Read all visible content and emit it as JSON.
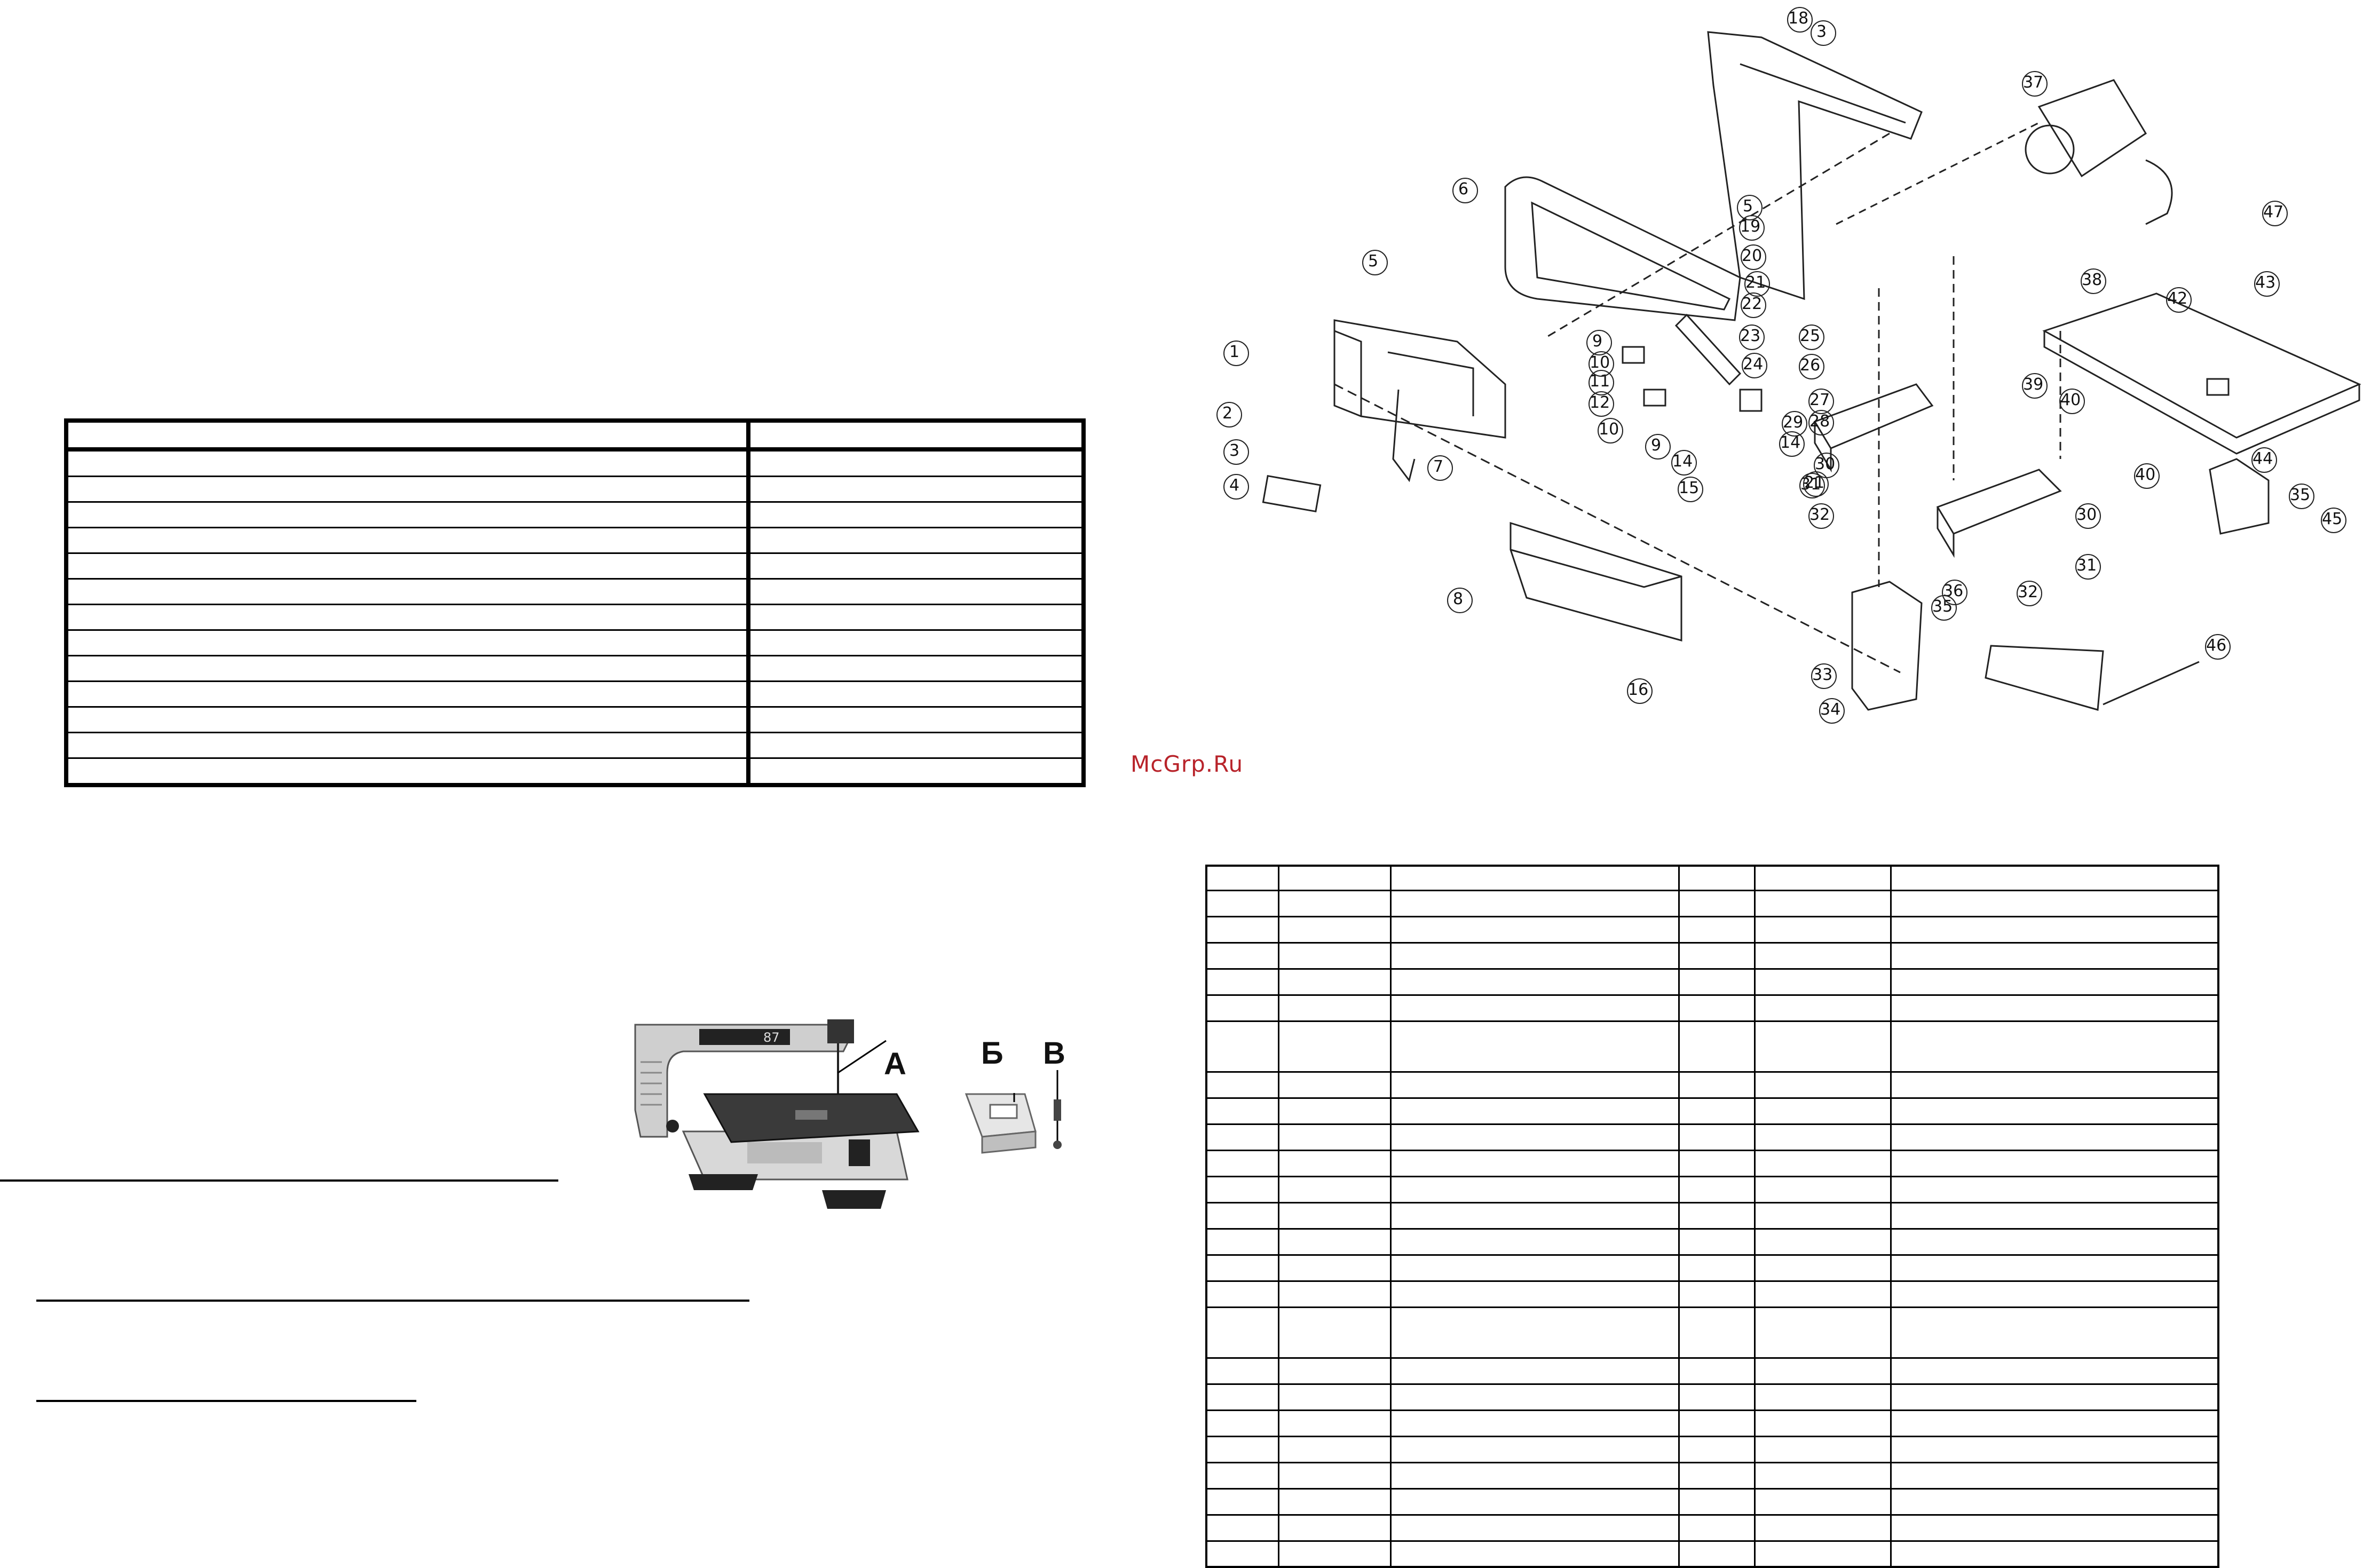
{
  "watermark": {
    "text": "McGrp.Ru",
    "color": "#b8232a"
  },
  "spec_table": {
    "rows": 14,
    "cols": 2,
    "cells": []
  },
  "parts_table": {
    "rows": 25,
    "cols": 6,
    "cells": []
  },
  "photo": {
    "badge_text": "87",
    "callouts": [
      "А",
      "Б",
      "В"
    ]
  },
  "diagram": {
    "part_numbers": [
      "1",
      "2",
      "3",
      "4",
      "5",
      "5",
      "6",
      "7",
      "8",
      "9",
      "9",
      "10",
      "10",
      "11",
      "12",
      "14",
      "14",
      "15",
      "16",
      "18",
      "3",
      "19",
      "20",
      "21",
      "21",
      "22",
      "23",
      "24",
      "25",
      "26",
      "27",
      "28",
      "29",
      "30",
      "30",
      "31",
      "31",
      "32",
      "32",
      "33",
      "34",
      "35",
      "35",
      "36",
      "37",
      "38",
      "39",
      "40",
      "40",
      "42",
      "43",
      "44",
      "45",
      "46",
      "47"
    ]
  }
}
